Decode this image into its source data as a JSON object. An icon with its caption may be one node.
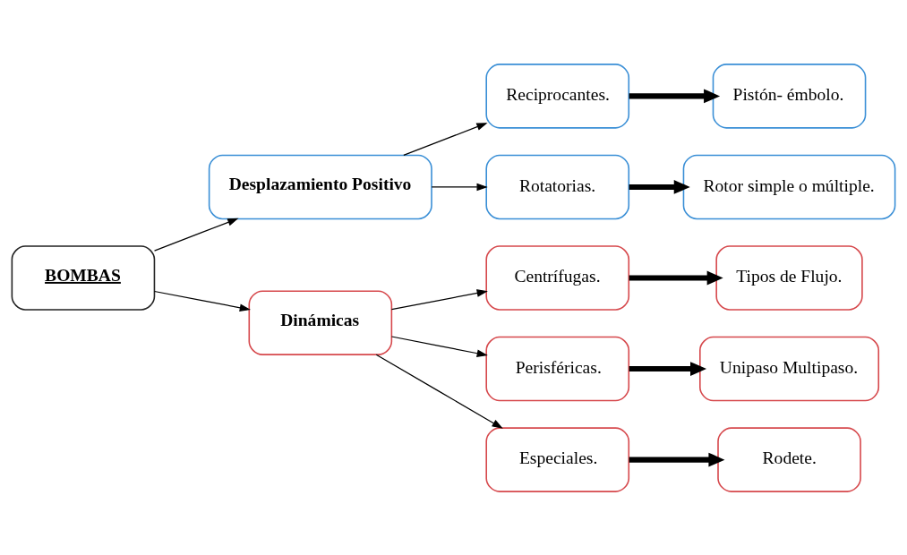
{
  "diagram": {
    "nodes": [
      {
        "text": [
          "BOMBAS"
        ]
      },
      {
        "text": [
          "Desplazamiento Positivo"
        ]
      },
      {
        "text": [
          "Dinámicas"
        ]
      },
      {
        "text": [
          "Reciprocantes."
        ]
      },
      {
        "text": [
          "Rotatorias."
        ]
      },
      {
        "text": [
          "Centrífugas."
        ]
      },
      {
        "text": [
          "Perisféricas."
        ]
      },
      {
        "text": [
          "Especiales."
        ]
      },
      {
        "text": [
          "Pistón- émbolo."
        ]
      },
      {
        "text": [
          "Rotor simple o múltiple."
        ]
      },
      {
        "text": [
          "Tipos de Flujo."
        ]
      },
      {
        "text": [
          "Unipaso Multipaso."
        ]
      },
      {
        "text": [
          "Rodete."
        ]
      }
    ],
    "edges": [
      {
        "from": 0,
        "to": 1,
        "arrow": "to"
      },
      {
        "from": 0,
        "to": 2,
        "arrow": "to"
      },
      {
        "from": 1,
        "to": 3,
        "arrow": "to"
      },
      {
        "from": 1,
        "to": 4,
        "arrow": "to"
      },
      {
        "from": 2,
        "to": 5,
        "arrow": "to"
      },
      {
        "from": 2,
        "to": 6,
        "arrow": "to"
      },
      {
        "from": 2,
        "to": 7,
        "arrow": "to"
      },
      {
        "from": 3,
        "to": 8,
        "arrow": "to",
        "style": "thick"
      },
      {
        "from": 4,
        "to": 9,
        "arrow": "to",
        "style": "thick"
      },
      {
        "from": 5,
        "to": 10,
        "arrow": "to",
        "style": "thick"
      },
      {
        "from": 6,
        "to": 11,
        "arrow": "to",
        "style": "thick"
      },
      {
        "from": 7,
        "to": 12,
        "arrow": "to",
        "style": "thick"
      }
    ]
  }
}
